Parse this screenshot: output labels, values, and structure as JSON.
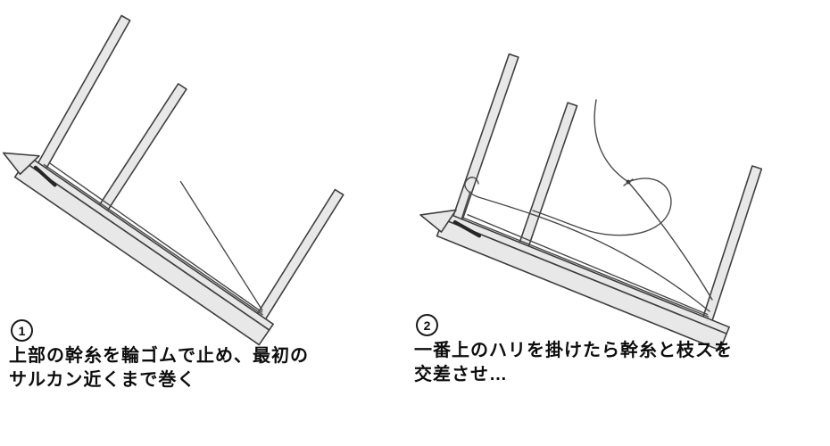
{
  "page": {
    "background_color": "#ffffff"
  },
  "colors": {
    "frame_fill": "#e7e8e7",
    "frame_outline": "#3f3f3f",
    "line_color": "#4a4a4a",
    "text_color": "#0d0d0d"
  },
  "figures": [
    {
      "step_number": "1",
      "circled_glyph": "①",
      "caption_lines": [
        "上部の幹糸を輪ゴムで止め、最初の",
        "サルカン近くまで巻く"
      ],
      "drawing": "rig-winding-frame-step-1"
    },
    {
      "step_number": "2",
      "circled_glyph": "②",
      "caption_lines": [
        "一番上のハリを掛けたら幹糸と枝スを",
        "交差させ…"
      ],
      "drawing": "rig-winding-frame-step-2"
    }
  ]
}
